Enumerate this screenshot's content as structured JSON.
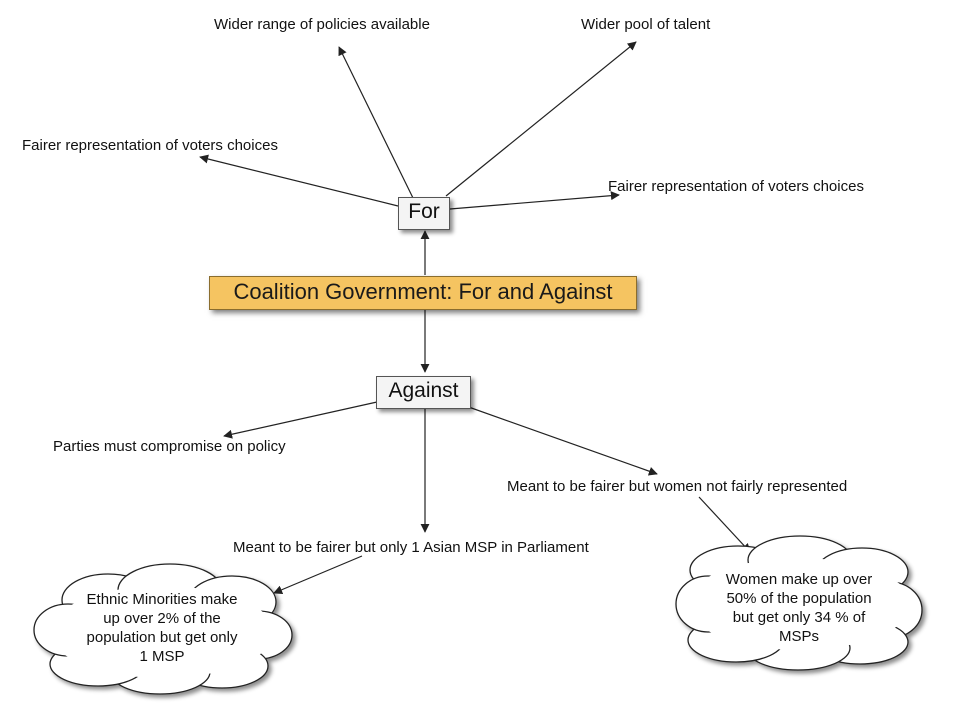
{
  "central": {
    "label": "Coalition Government: For and Against"
  },
  "for_node": {
    "label": "For"
  },
  "against_node": {
    "label": "Against"
  },
  "for_points": {
    "policies": "Wider range of policies available",
    "talent": "Wider pool of talent",
    "fairer_left": "Fairer representation of voters choices",
    "fairer_right": "Fairer representation of voters choices"
  },
  "against_points": {
    "compromise": "Parties must compromise on policy",
    "women": "Meant to be fairer but women not fairly represented",
    "asian": "Meant to be fairer but only 1 Asian MSP in Parliament"
  },
  "clouds": {
    "ethnic": [
      "Ethnic Minorities make",
      "up over 2% of the",
      "population but get only",
      "1 MSP"
    ],
    "women": [
      "Women make up over",
      "50% of the population",
      "but get only 34 % of",
      "MSPs"
    ]
  },
  "colors": {
    "central_fill": "#f5c461",
    "node_fill": "#f4f4f4",
    "line": "#222222"
  }
}
